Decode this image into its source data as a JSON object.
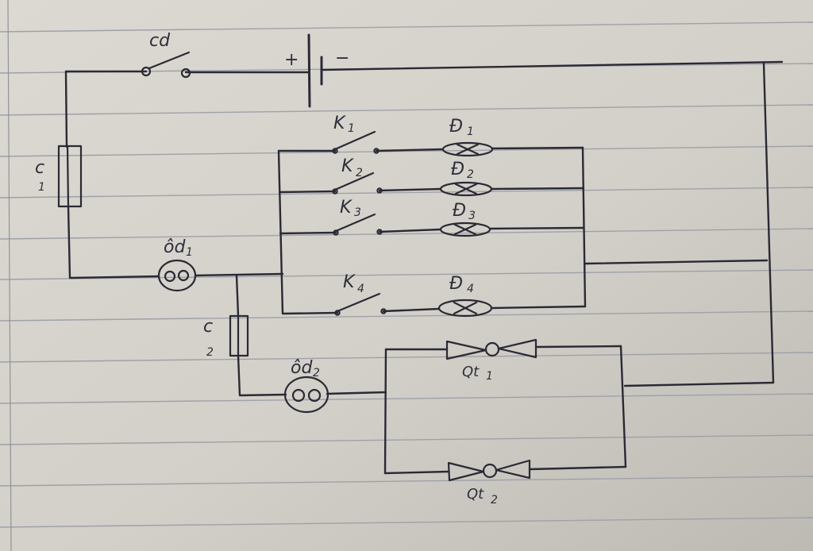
{
  "labels": {
    "main_switch": "cd",
    "battery_plus": "+",
    "battery_minus": "−",
    "fuse1_letter": "c",
    "fuse1_index": "1",
    "fuse2_letter": "c",
    "fuse2_index": "2",
    "socket1_name": "ôd",
    "socket1_index": "1",
    "socket2_name": "ôd",
    "socket2_index": "2",
    "switches": [
      {
        "name": "K",
        "index": "1"
      },
      {
        "name": "K",
        "index": "2"
      },
      {
        "name": "K",
        "index": "3"
      },
      {
        "name": "K",
        "index": "4"
      }
    ],
    "lamps": [
      {
        "name": "Đ",
        "index": "1"
      },
      {
        "name": "Đ",
        "index": "2"
      },
      {
        "name": "Đ",
        "index": "3"
      },
      {
        "name": "Đ",
        "index": "4"
      }
    ],
    "fans": [
      {
        "name": "Qt",
        "index": "1"
      },
      {
        "name": "Qt",
        "index": "2"
      }
    ]
  },
  "colors": {
    "paper": "#d9d6cf",
    "ink": "#2a2a35",
    "ruling": "#9ea1a8"
  }
}
